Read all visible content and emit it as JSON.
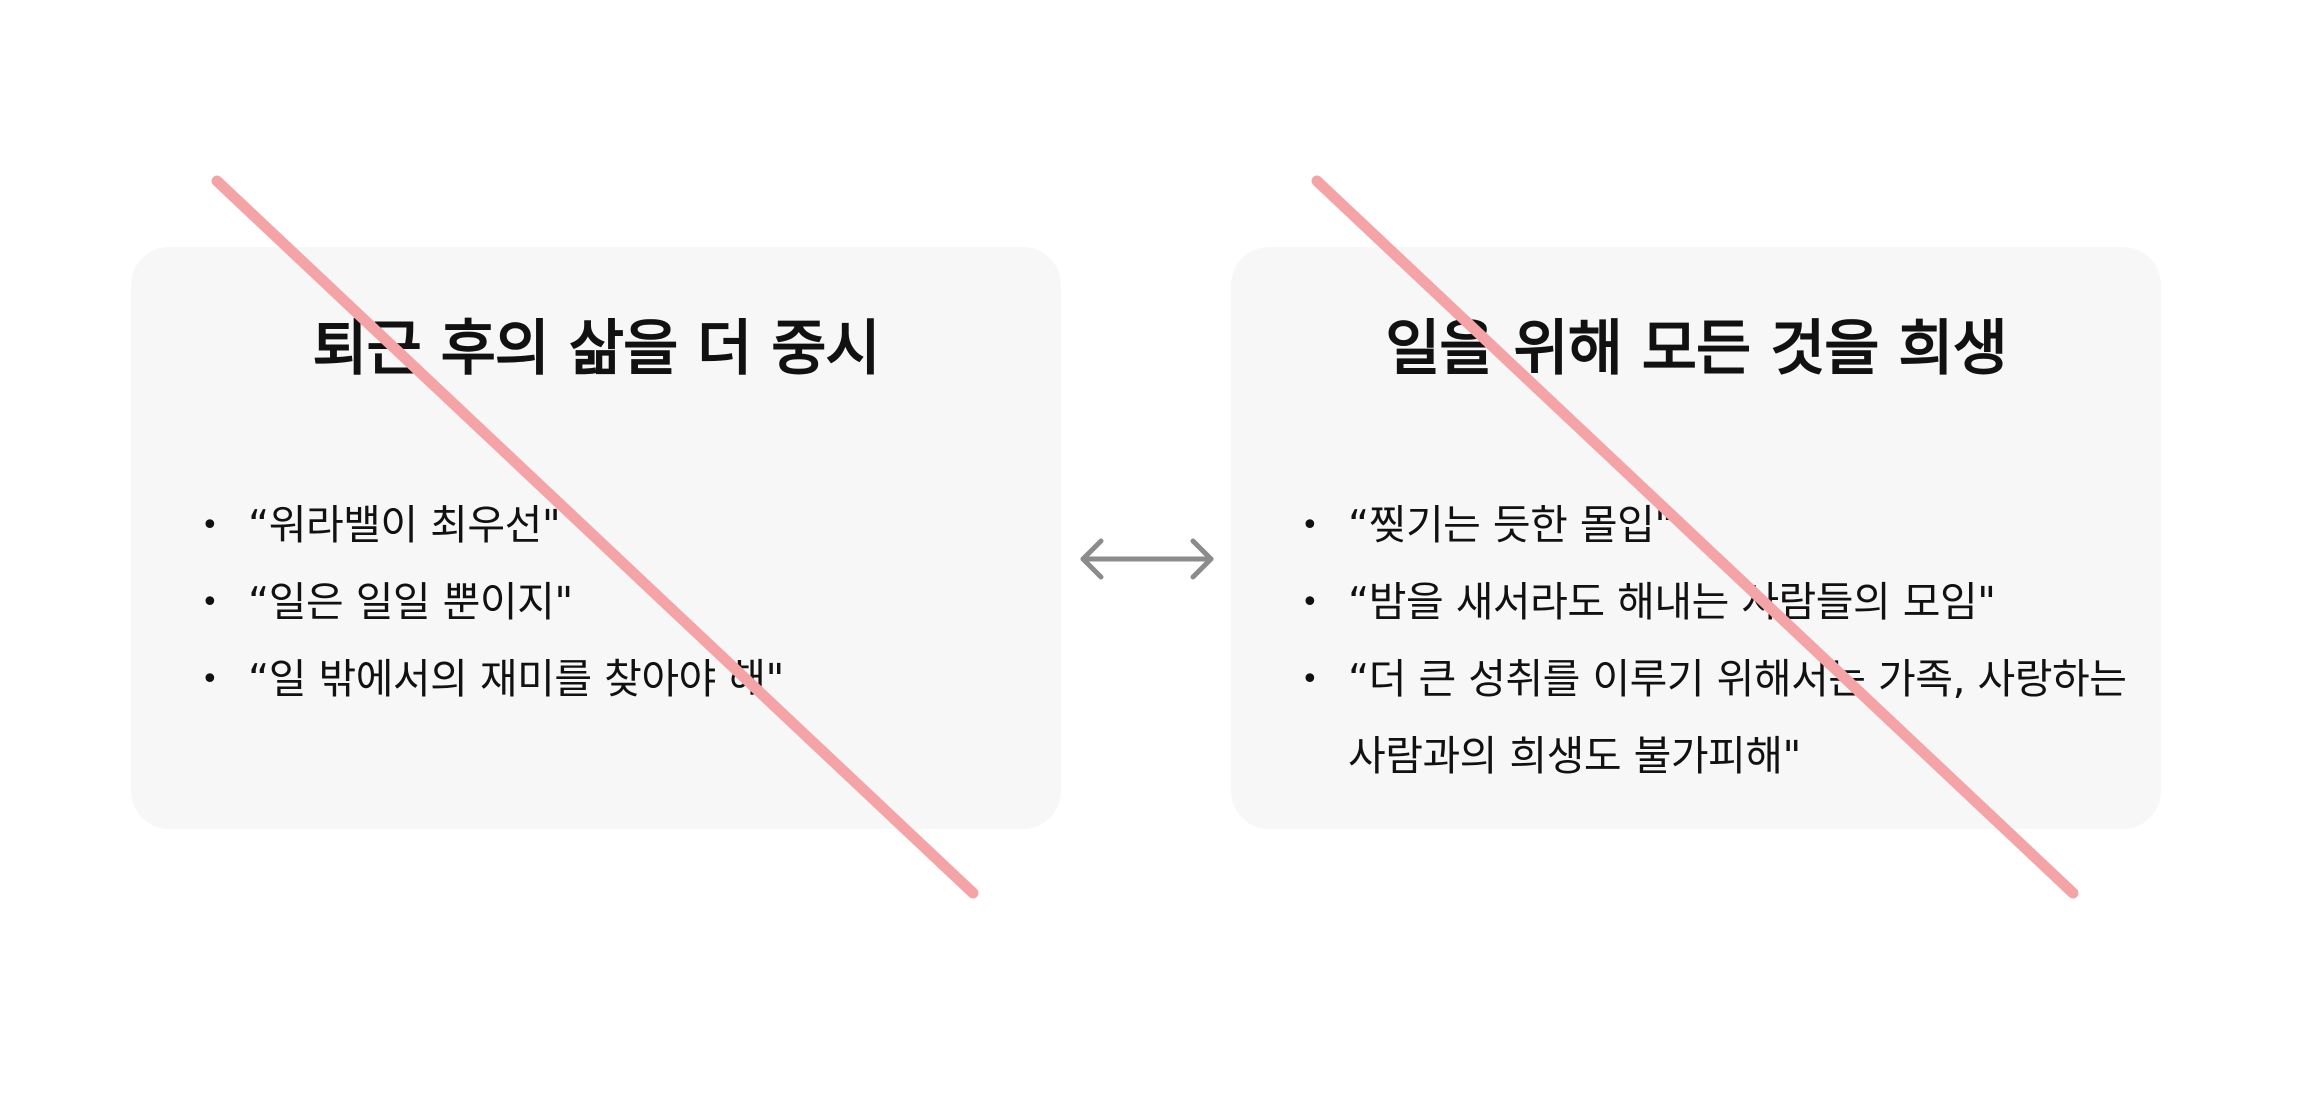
{
  "cards": {
    "left": {
      "title": "퇴근 후의 삶을 더 중시",
      "items": [
        "“워라밸이 최우선\"",
        "“일은 일일 뿐이지\"",
        "“일 밖에서의 재미를 찾아야 해\""
      ]
    },
    "right": {
      "title": "일을 위해 모든 것을 희생",
      "items": [
        "“찢기는 듯한 몰입\"",
        "“밤을 새서라도 해내는 사람들의 모임\"",
        "“더 큰 성취를 이루기 위해서는 가족, 사랑하는 사람과의 희생도 불가피해\""
      ]
    }
  },
  "icons": {
    "center": "double-arrow-icon",
    "strike": "diagonal-strike-line"
  },
  "colors": {
    "card_background": "#f7f7f7",
    "strike_line": "#f4a4a6",
    "arrow": "#8c8c8c",
    "text": "#111111"
  }
}
